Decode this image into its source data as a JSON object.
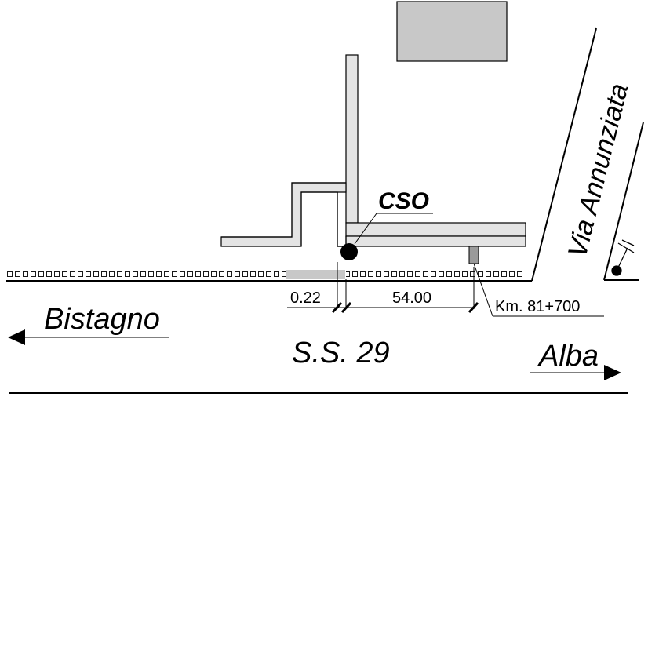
{
  "labels": {
    "cso": "CSO",
    "street": "Via Annunziata",
    "direction_west": "Bistagno",
    "direction_east": "Alba",
    "road": "S.S. 29",
    "km_marker": "Km. 81+700",
    "dim_small": "0.22",
    "dim_large": "54.00"
  },
  "colors": {
    "line": "#000000",
    "building_fill": "#c8c8c8",
    "wall_fill": "#e4e4e4",
    "marker_fill": "#9a9a9a"
  },
  "icons": {
    "cso_point": "filled-circle",
    "hydrant": "hydrant-symbol",
    "arrow_west": "arrow-left-icon",
    "arrow_east": "arrow-right-icon"
  }
}
